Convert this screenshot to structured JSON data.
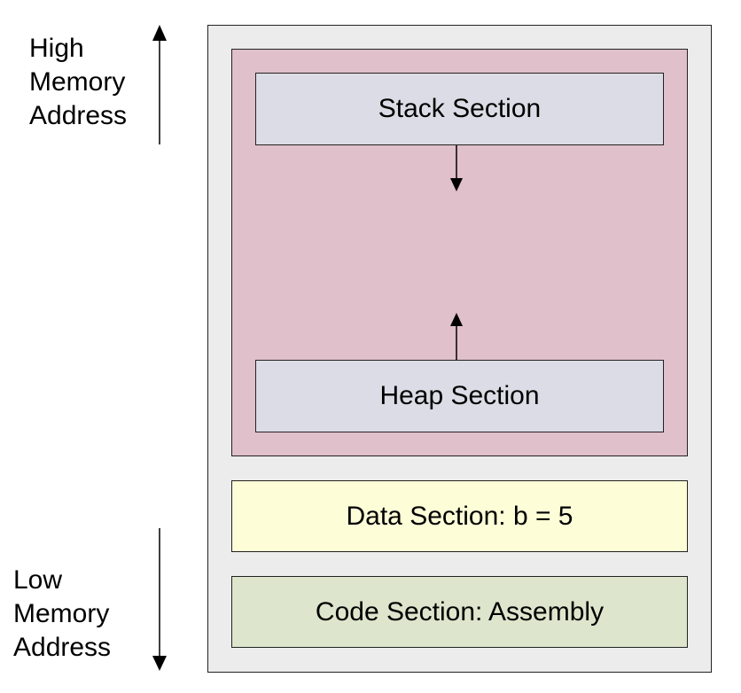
{
  "labels": {
    "high": [
      "High",
      "Memory",
      "Address"
    ],
    "low": [
      "Low",
      "Memory",
      "Address"
    ]
  },
  "sections": {
    "stack": "Stack Section",
    "heap": "Heap Section",
    "data": "Data Section: b = 5",
    "code": "Code Section: Assembly"
  },
  "colors": {
    "frame": "#ececec",
    "free_region": "#e0c0ca",
    "stack_heap": "#dcdce6",
    "data": "#fdfdd8",
    "code": "#dde6cc"
  }
}
